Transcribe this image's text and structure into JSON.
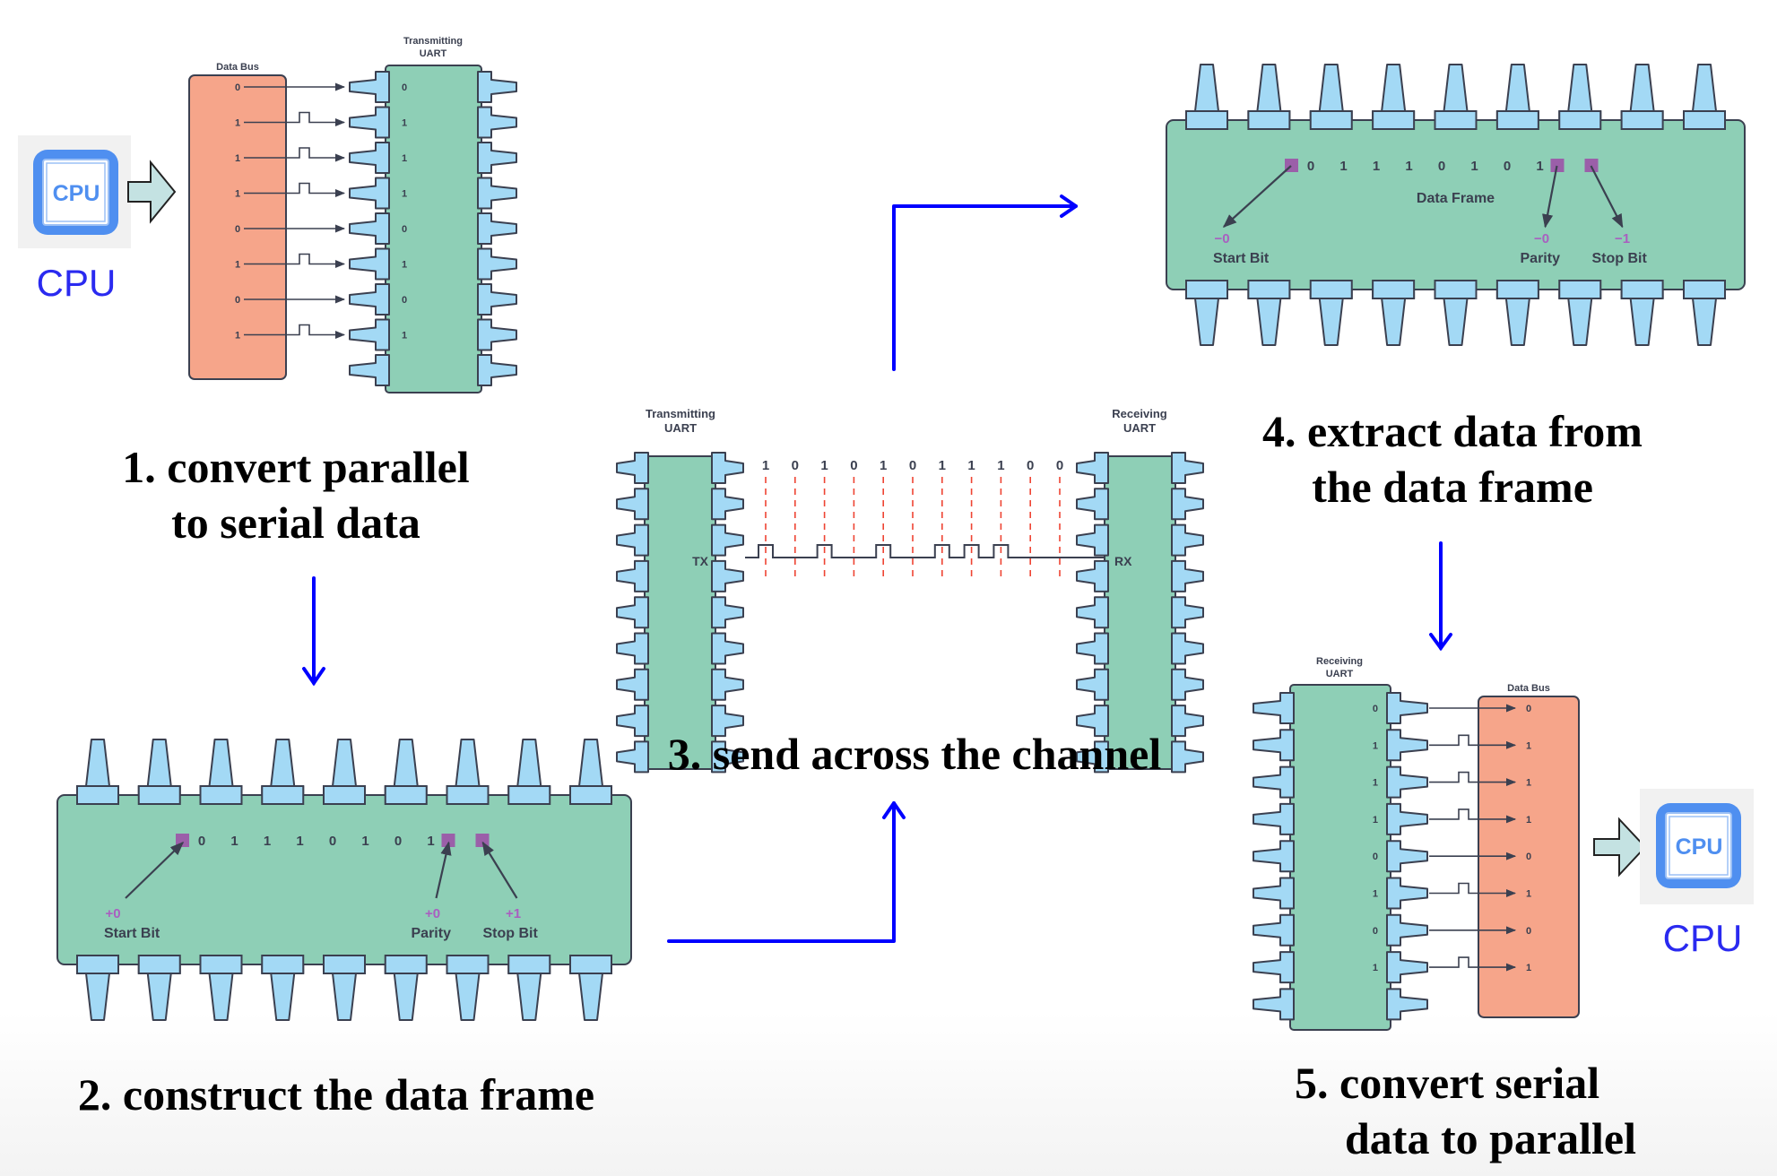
{
  "colors": {
    "chip_fill": "#8ecfb6",
    "pin_fill": "#a3d9f5",
    "outline": "#3b4050",
    "bus_fill": "#f6a58a",
    "marker": "#9b5fa9",
    "marker_text": "#a95fc0",
    "flow_arrow": "#0000ff",
    "dash": "#ee4433",
    "cpu_blue": "#4f8ff0",
    "cpu_label": "#2a2af0"
  },
  "cpu": {
    "icon_text": "CPU",
    "label": "CPU"
  },
  "step1": {
    "title_line1": "1. convert parallel",
    "title_line2": "to serial data",
    "bus_label": "Data Bus",
    "uart_label_line1": "Transmitting",
    "uart_label_line2": "UART",
    "bits": [
      "0",
      "1",
      "1",
      "1",
      "0",
      "1",
      "0",
      "1"
    ]
  },
  "step2": {
    "title": "2. construct the data frame",
    "bits": [
      "0",
      "1",
      "1",
      "1",
      "0",
      "1",
      "0",
      "1"
    ],
    "start_value": "+0",
    "start_label": "Start Bit",
    "parity_value": "+0",
    "parity_label": "Parity",
    "stop_value": "+1",
    "stop_label": "Stop Bit"
  },
  "step3": {
    "title": "3. send across the channel",
    "tx_label_line1": "Transmitting",
    "tx_label_line2": "UART",
    "rx_label_line1": "Receiving",
    "rx_label_line2": "UART",
    "tx_pin": "TX",
    "rx_pin": "RX",
    "serial_bits": [
      "1",
      "0",
      "1",
      "0",
      "1",
      "0",
      "1",
      "1",
      "1",
      "0",
      "0"
    ]
  },
  "step4": {
    "title_line1": "4. extract data from",
    "title_line2": "the data frame",
    "bits": [
      "0",
      "1",
      "1",
      "1",
      "0",
      "1",
      "0",
      "1"
    ],
    "frame_label": "Data Frame",
    "start_value": "−0",
    "start_label": "Start Bit",
    "parity_value": "−0",
    "parity_label": "Parity",
    "stop_value": "−1",
    "stop_label": "Stop Bit"
  },
  "step5": {
    "title_line1": "5. convert serial",
    "title_line2": "data to parallel",
    "uart_label_line1": "Receiving",
    "uart_label_line2": "UART",
    "bus_label": "Data Bus",
    "bits": [
      "0",
      "1",
      "1",
      "1",
      "0",
      "1",
      "0",
      "1"
    ]
  }
}
